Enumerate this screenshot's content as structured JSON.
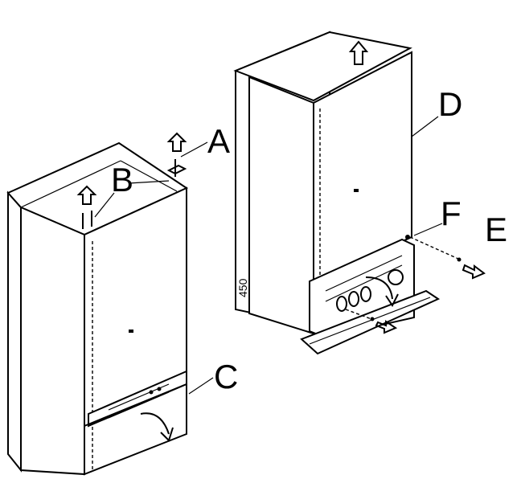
{
  "labels": {
    "a": "A",
    "b": "B",
    "c": "C",
    "d": "D",
    "e": "E",
    "f": "F"
  },
  "dimension": "450",
  "colors": {
    "line": "#000000",
    "background": "#ffffff"
  },
  "icons": [
    "up-arrow-icon",
    "curved-arrow-icon",
    "side-arrow-icon",
    "screw-icon"
  ]
}
